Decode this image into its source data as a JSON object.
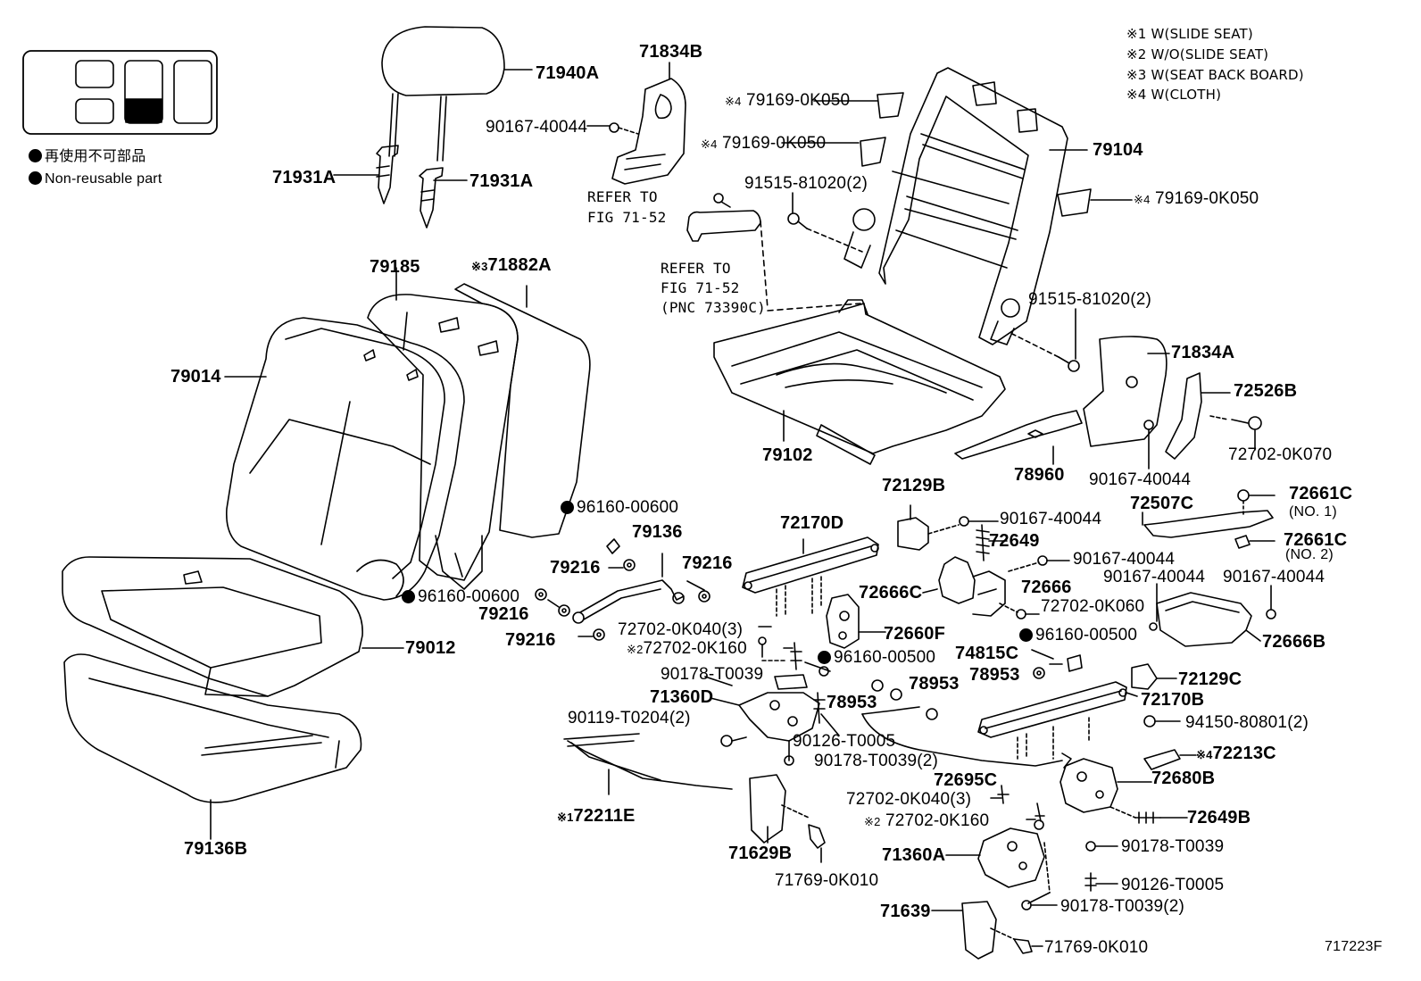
{
  "legend": {
    "non_reusable_ja": "再使用不可部品",
    "non_reusable_en": "Non-reusable part"
  },
  "notes": [
    "※1 W(SLIDE SEAT)",
    "※2 W/O(SLIDE SEAT)",
    "※3 W(SEAT BACK BOARD)",
    "※4 W(CLOTH)"
  ],
  "refer": {
    "a_line1": "REFER TO",
    "a_line2": "FIG 71-52",
    "b_line1": "REFER TO",
    "b_line2": "FIG 71-52",
    "b_line3": "(PNC 73390C)"
  },
  "marks": {
    "m1": "※1",
    "m2": "※2",
    "m3": "※3",
    "m4": "※4"
  },
  "labels": {
    "p71940A": "71940A",
    "p71931A_1": "71931A",
    "p71931A_2": "71931A",
    "p71834B": "71834B",
    "p90167_40044_a": "90167-40044",
    "p79169_0K050_a": "79169-0K050",
    "p79169_0K050_b": "79169-0K050",
    "p79169_0K050_c": "79169-0K050",
    "p79104": "79104",
    "p91515_81020_a": "91515-81020(2)",
    "p91515_81020_b": "91515-81020(2)",
    "p79185": "79185",
    "p71882A": "71882A",
    "p79014": "79014",
    "p71834A": "71834A",
    "p72526B": "72526B",
    "p72702_0K070": "72702-0K070",
    "p90167_40044_b": "90167-40044",
    "p79102": "79102",
    "p78960": "78960",
    "p72129B": "72129B",
    "p72661C_1": "72661C",
    "p72661C_1_sub": "(NO. 1)",
    "p72661C_2": "72661C",
    "p72661C_2_sub": "(NO. 2)",
    "p72507C": "72507C",
    "p96160_00600_a": "96160-00600",
    "p96160_00600_b": "96160-00600",
    "p79136": "79136",
    "p72170D": "72170D",
    "p90167_40044_c": "90167-40044",
    "p72649": "72649",
    "p90167_40044_d": "90167-40044",
    "p90167_40044_e": "90167-40044",
    "p90167_40044_f": "90167-40044",
    "p79216_a": "79216",
    "p79216_b": "79216",
    "p79216_c": "79216",
    "p79216_d": "79216",
    "p72666C": "72666C",
    "p72666": "72666",
    "p72702_0K060": "72702-0K060",
    "p72666B": "72666B",
    "p79012": "79012",
    "p72702_0K040_a": "72702-0K040(3)",
    "p72702_0K160_a": "72702-0K160",
    "p72660F": "72660F",
    "p96160_00500_a": "96160-00500",
    "p96160_00500_b": "96160-00500",
    "p74815C": "74815C",
    "p90178_T0039_a": "90178-T0039",
    "p78953_a": "78953",
    "p78953_b": "78953",
    "p78953_c": "78953",
    "p72129C": "72129C",
    "p71360D": "71360D",
    "p72170B": "72170B",
    "p90119_T0204": "90119-T0204(2)",
    "p94150_80801": "94150-80801(2)",
    "p90126_T0005_a": "90126-T0005",
    "p72213C": "72213C",
    "p90178_T0039_b": "90178-T0039(2)",
    "p72695C": "72695C",
    "p72680B": "72680B",
    "p72702_0K040_b": "72702-0K040(3)",
    "p72211E": "72211E",
    "p72702_0K160_b": "72702-0K160",
    "p72649B": "72649B",
    "p79136B": "79136B",
    "p71629B": "71629B",
    "p90178_T0039_c": "90178-T0039",
    "p71360A": "71360A",
    "p90126_T0005_b": "90126-T0005",
    "p71769_0K010_a": "71769-0K010",
    "p71639": "71639",
    "p90178_T0039_d": "90178-T0039(2)",
    "p71769_0K010_b": "71769-0K010",
    "fig_id": "717223F"
  }
}
